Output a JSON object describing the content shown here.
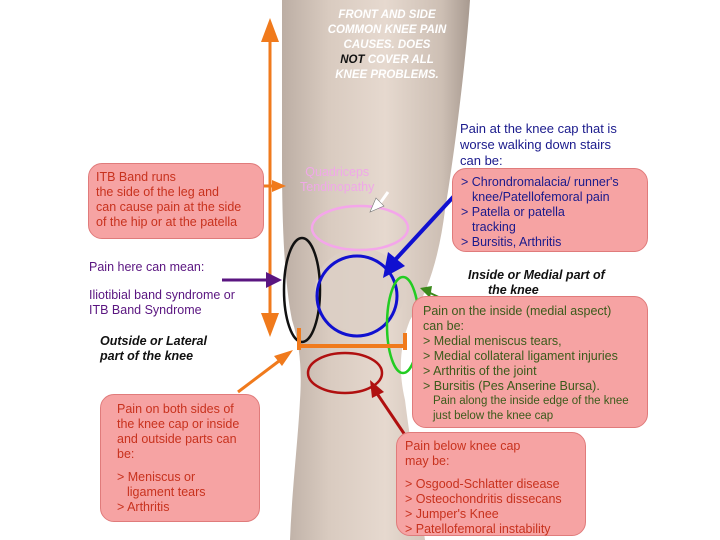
{
  "title": {
    "line1": "FRONT AND SIDE",
    "line2": "COMMON KNEE PAIN",
    "line3": "CAUSES. DOES",
    "not": "NOT",
    "line4_rest": " COVER ALL",
    "line5": "KNEE PROBLEMS."
  },
  "quadriceps": {
    "line1": "Quadriceps",
    "line2": "Tendinopathy"
  },
  "itb_box": {
    "lines": [
      "ITB Band runs",
      "the side of the leg and",
      "can cause pain at the side",
      "of the hip or at the patella"
    ]
  },
  "lateral_pain": {
    "heading": "Pain here can mean:",
    "lines": [
      "Iliotibial band syndrome or",
      "ITB Band Syndrome"
    ]
  },
  "lateral_label": {
    "lines": [
      "Outside or Lateral",
      "part of the knee"
    ]
  },
  "medial_label": {
    "lines": [
      "Inside or Medial part of",
      "the knee"
    ]
  },
  "kneecap": {
    "heading_lines": [
      "Pain at the knee cap that is",
      "worse walking down stairs",
      "can be:"
    ],
    "items": [
      "> Chrondromalacia/ runner's",
      "knee/Patellofemoral pain",
      "> Patella or patella",
      "tracking",
      "> Bursitis, Arthritis"
    ]
  },
  "medial_box": {
    "lines": [
      "Pain on the inside (medial aspect)",
      "can be:",
      "> Medial meniscus tears,",
      "> Medial collateral ligament injuries",
      "> Arthritis of the joint",
      "> Bursitis (Pes Anserine Bursa).",
      "Pain along the inside edge of the knee",
      "just below the knee cap"
    ]
  },
  "both_sides_box": {
    "lines": [
      "Pain on both sides of",
      "the knee cap or inside",
      "and outside parts can",
      "be:",
      "",
      "> Meniscus or",
      "ligament tears",
      "> Arthritis"
    ]
  },
  "below_box": {
    "lines": [
      "Pain below knee cap",
      "may be:",
      "",
      "> Osgood-Schlatter disease",
      "> Osteochondritis dissecans",
      "> Jumper's Knee",
      "> Patellofemoral instability"
    ]
  },
  "colors": {
    "box_fill": "#f6a3a3",
    "red_text": "#c8321e",
    "navy_text": "#1a1a8c",
    "green_text": "#3b5b1b",
    "purple_text": "#5a1580",
    "orange_arrow": "#f07a1c",
    "blue_circle": "#1010d0",
    "green_circle": "#22cc22",
    "pink_ellipse": "#f4a6ea",
    "dark_red": "#b01010"
  }
}
